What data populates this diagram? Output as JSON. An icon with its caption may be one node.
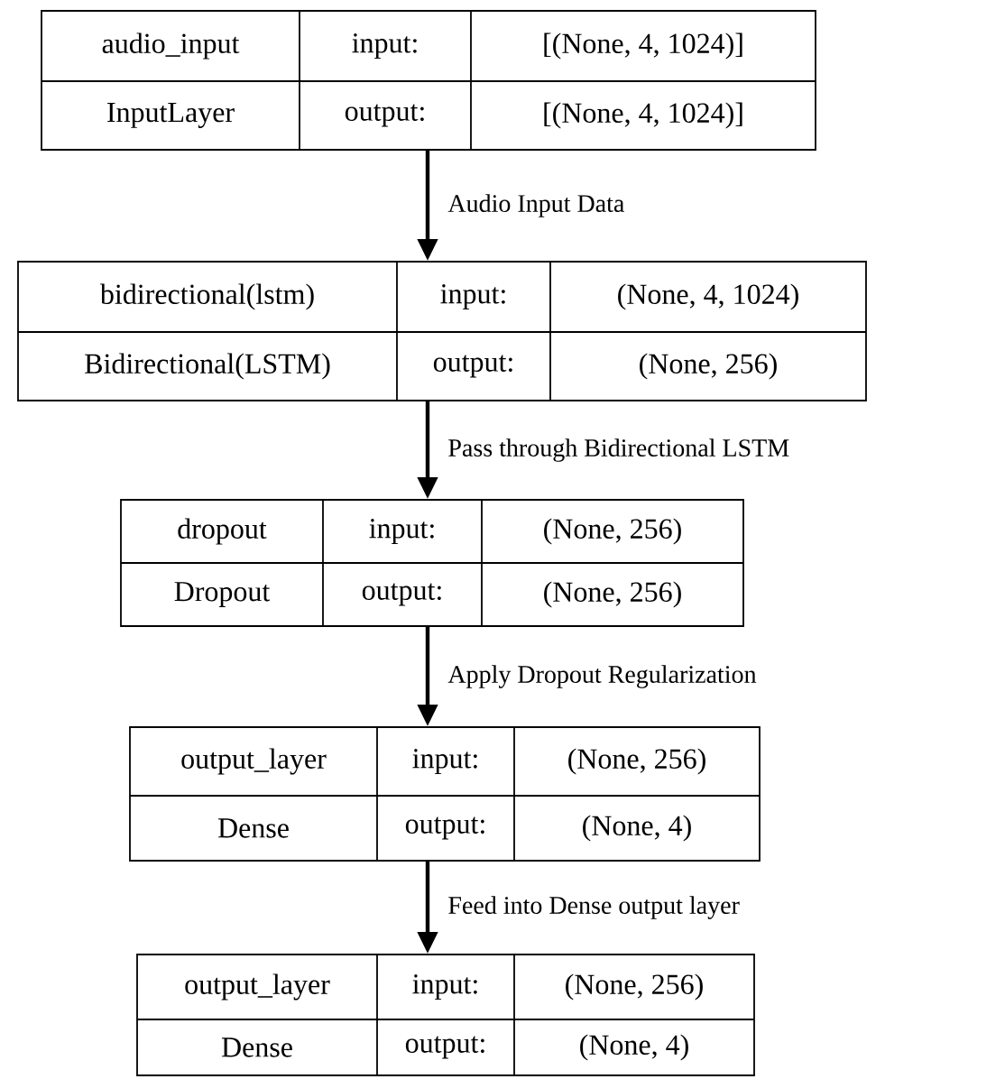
{
  "diagram": {
    "nodes": [
      {
        "text": [
          "audio_input",
          "input:",
          "[(None, 4, 1024)]",
          "InputLayer",
          "output:",
          "[(None, 4, 1024)]"
        ]
      },
      {
        "text": [
          "bidirectional(lstm)",
          "input:",
          "(None, 4, 1024)",
          "Bidirectional(LSTM)",
          "output:",
          "(None, 256)"
        ]
      },
      {
        "text": [
          "dropout",
          "input:",
          "(None, 256)",
          "Dropout",
          "output:",
          "(None, 256)"
        ]
      },
      {
        "text": [
          "output_layer",
          "input:",
          "(None, 256)",
          "Dense",
          "output:",
          "(None, 4)"
        ]
      },
      {
        "text": [
          "output_layer",
          "input:",
          "(None, 256)",
          "Dense",
          "output:",
          "(None, 4)"
        ]
      }
    ],
    "edges": [
      {
        "from": 0,
        "to": 1,
        "arrow": "to",
        "label": "Audio Input Data"
      },
      {
        "from": 1,
        "to": 2,
        "arrow": "to",
        "label": "Pass through Bidirectional LSTM"
      },
      {
        "from": 2,
        "to": 3,
        "arrow": "to",
        "label": "Apply Dropout Regularization"
      },
      {
        "from": 3,
        "to": 4,
        "arrow": "to",
        "label": "Feed into Dense output layer"
      }
    ]
  }
}
